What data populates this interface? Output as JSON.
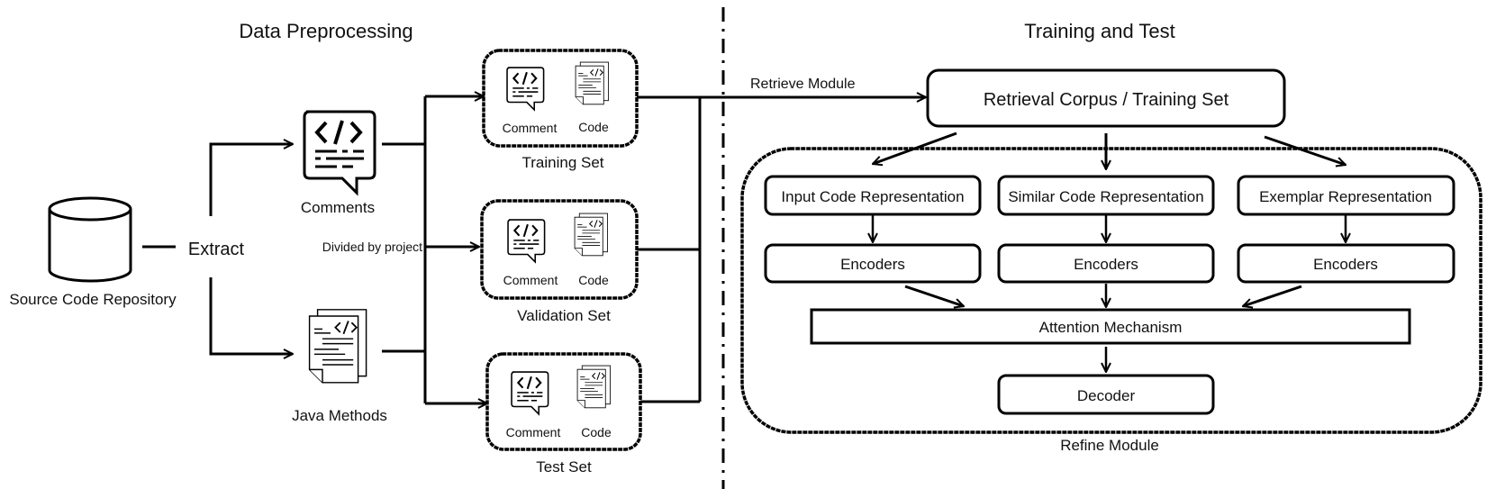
{
  "sections": {
    "left_title": "Data Preprocessing",
    "right_title": "Training and Test"
  },
  "preprocessing": {
    "source": "Source Code Repository",
    "extract": "Extract",
    "comments": "Comments",
    "java_methods": "Java Methods",
    "divided": "Divided by project",
    "sets": [
      {
        "name": "Training Set",
        "comment": "Comment",
        "code": "Code"
      },
      {
        "name": "Validation Set",
        "comment": "Comment",
        "code": "Code"
      },
      {
        "name": "Test Set",
        "comment": "Comment",
        "code": "Code"
      }
    ]
  },
  "training": {
    "retrieve_module": "Retrieve Module",
    "corpus": "Retrieval Corpus / Training Set",
    "representations": [
      "Input Code Representation",
      "Similar Code Representation",
      "Exemplar Representation"
    ],
    "encoders": [
      "Encoders",
      "Encoders",
      "Encoders"
    ],
    "attention": "Attention Mechanism",
    "decoder": "Decoder",
    "refine_module": "Refine Module"
  }
}
